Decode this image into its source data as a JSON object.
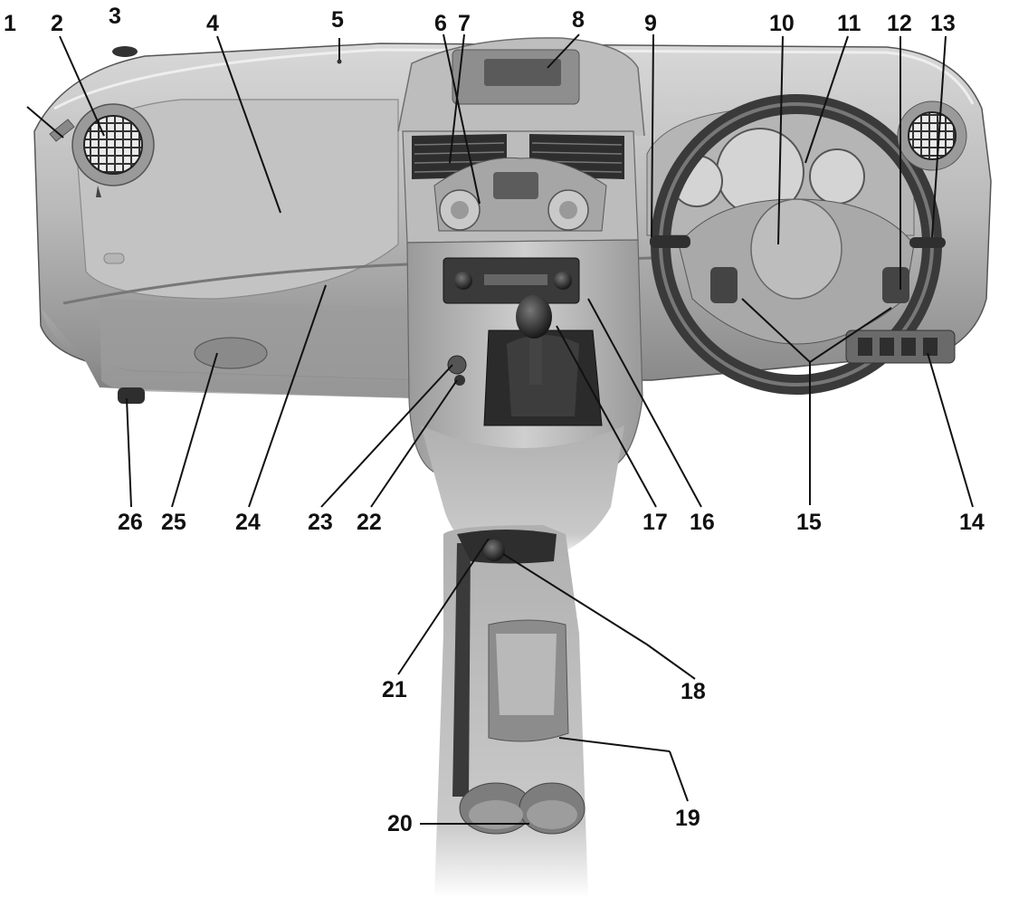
{
  "labels": {
    "l1": "1",
    "l2": "2",
    "l3": "3",
    "l4": "4",
    "l5": "5",
    "l6": "6",
    "l7": "7",
    "l8": "8",
    "l9": "9",
    "l10": "10",
    "l11": "11",
    "l12": "12",
    "l13": "13",
    "l14": "14",
    "l15": "15",
    "l16": "16",
    "l17": "17",
    "l18": "18",
    "l19": "19",
    "l20": "20",
    "l21": "21",
    "l22": "22",
    "l23": "23",
    "l24": "24",
    "l25": "25",
    "l26": "26"
  },
  "colors": {
    "dash_light": "#c9c9c9",
    "dash_mid": "#a8a8a8",
    "dash_dark": "#6e6e6e",
    "leader_line": "#111111",
    "background": "#ffffff"
  }
}
